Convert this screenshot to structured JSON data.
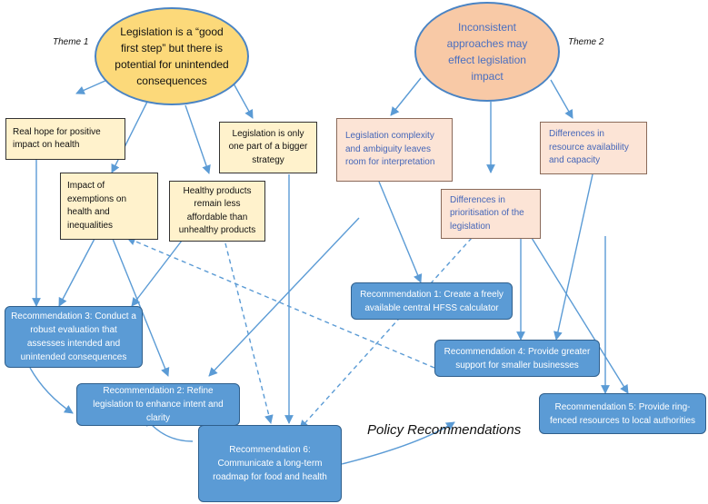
{
  "themes": {
    "theme1_label": "Theme 1",
    "theme2_label": "Theme 2",
    "theme1_title": "Legislation is a “good first step” but there is potential for unintended consequences",
    "theme2_title": "Inconsistent approaches may effect legislation impact"
  },
  "subthemes": {
    "real_hope": "Real hope for positive impact on health",
    "exemptions": "Impact of exemptions on health and inequalities",
    "healthy_products": "Healthy products remain less affordable than unhealthy products",
    "only_one_part": "Legislation is only one part of a bigger strategy",
    "complexity": "Legislation complexity and ambiguity leaves room for interpretation",
    "prioritisation": "Differences in prioritisation of the legislation",
    "resources": "Differences in resource availability and capacity"
  },
  "recommendations": {
    "rec1": "Recommendation 1: Create a freely available central HFSS calculator",
    "rec2": "Recommendation 2: Refine legislation to enhance intent and clarity",
    "rec3": "Recommendation 3: Conduct a robust evaluation that assesses intended and unintended consequences",
    "rec4": "Recommendation 4: Provide greater support for smaller businesses",
    "rec5": "Recommendation 5: Provide ring-fenced resources to local authorities",
    "rec6": "Recommendation 6: Communicate a long-term roadmap for food and health"
  },
  "policy_label": "Policy Recommendations",
  "colors": {
    "theme1_fill": "#fcd97a",
    "theme2_fill": "#f8c9a6",
    "theme2_text": "#4a6fc0",
    "subtheme1_fill": "#fff2cc",
    "subtheme2_fill": "#fce4d6",
    "recommendation_fill": "#5b9bd5",
    "arrow": "#5b9bd5"
  }
}
